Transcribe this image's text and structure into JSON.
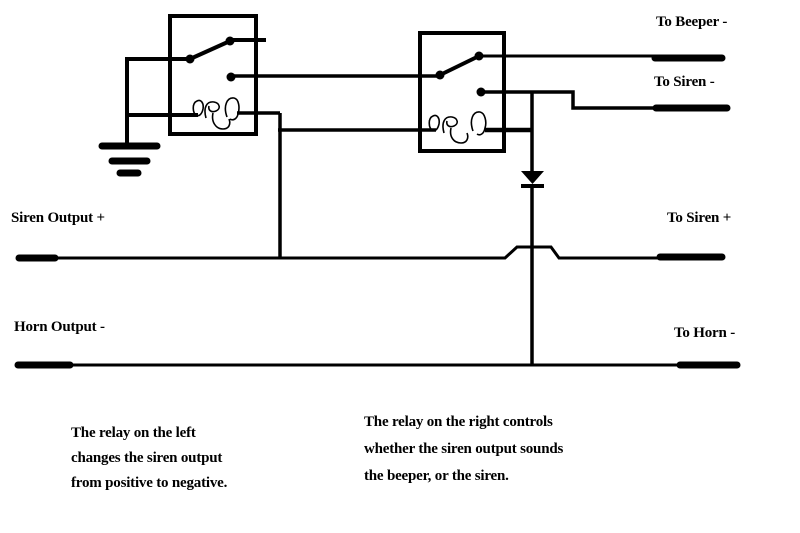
{
  "colors": {
    "ink": "#000000",
    "paper": "#ffffff"
  },
  "labels": {
    "to_beeper": "To Beeper -",
    "to_siren_neg": "To Siren -",
    "siren_output_pos": "Siren Output +",
    "to_siren_pos": "To Siren +",
    "horn_output_neg": "Horn Output -",
    "to_horn_neg": "To Horn -"
  },
  "notes": {
    "left_relay": {
      "line1": "The relay on the left",
      "line2": "changes the siren output",
      "line3": "from positive to negative."
    },
    "right_relay": {
      "line1": "The relay on the right controls",
      "line2": "whether the siren output sounds",
      "line3": "the beeper, or the siren."
    }
  }
}
